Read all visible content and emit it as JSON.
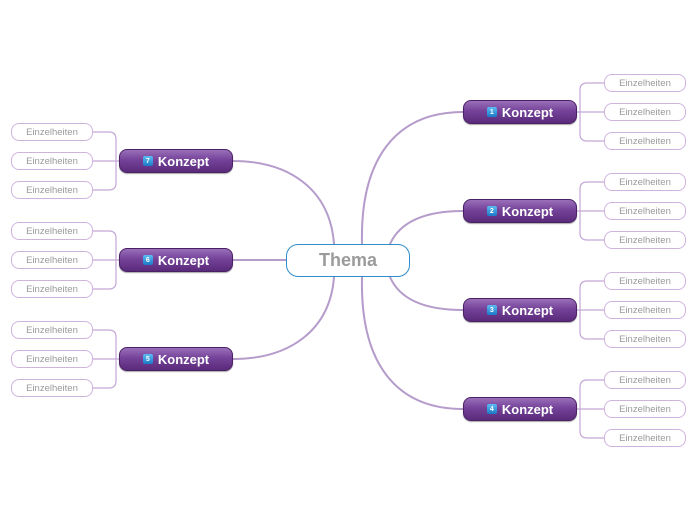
{
  "central": {
    "label": "Thema"
  },
  "concepts": [
    {
      "number": "1",
      "label": "Konzept",
      "details": [
        "Einzelheiten",
        "Einzelheiten",
        "Einzelheiten"
      ]
    },
    {
      "number": "2",
      "label": "Konzept",
      "details": [
        "Einzelheiten",
        "Einzelheiten",
        "Einzelheiten"
      ]
    },
    {
      "number": "3",
      "label": "Konzept",
      "details": [
        "Einzelheiten",
        "Einzelheiten",
        "Einzelheiten"
      ]
    },
    {
      "number": "4",
      "label": "Konzept",
      "details": [
        "Einzelheiten",
        "Einzelheiten",
        "Einzelheiten"
      ]
    },
    {
      "number": "5",
      "label": "Konzept",
      "details": [
        "Einzelheiten",
        "Einzelheiten",
        "Einzelheiten"
      ]
    },
    {
      "number": "6",
      "label": "Konzept",
      "details": [
        "Einzelheiten",
        "Einzelheiten",
        "Einzelheiten"
      ]
    },
    {
      "number": "7",
      "label": "Konzept",
      "details": [
        "Einzelheiten",
        "Einzelheiten",
        "Einzelheiten"
      ]
    }
  ],
  "colors": {
    "central_border": "#2f8dcb",
    "central_text": "#9b9b9b",
    "concept_fill": "#74439a",
    "badge": "#1b79c8",
    "branch_line": "#b59ccb",
    "detail_border": "#cfb3df"
  }
}
